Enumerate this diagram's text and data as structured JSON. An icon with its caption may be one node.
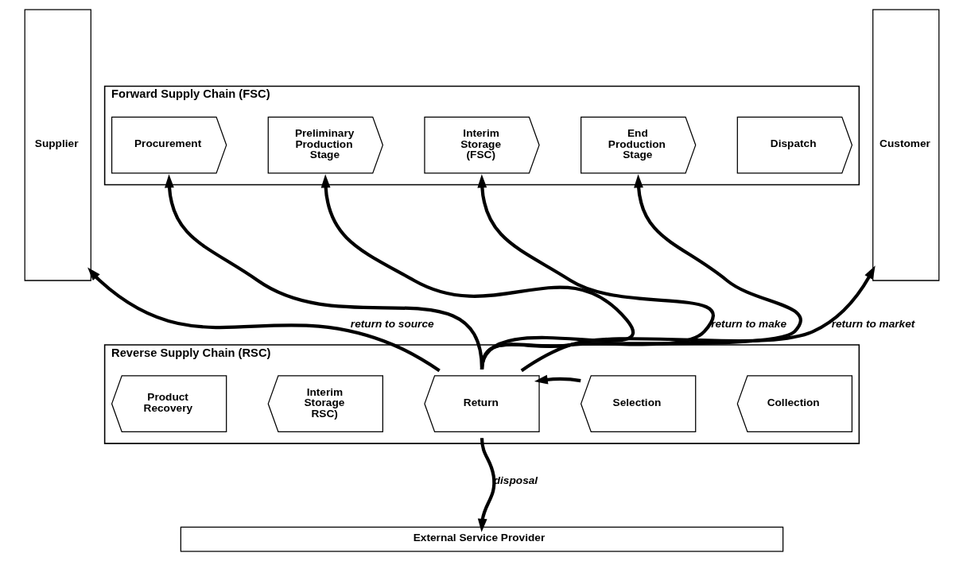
{
  "diagram": {
    "nodes": [
      {
        "text": [
          "Forward Supply Chain (FSC)"
        ]
      },
      {
        "text": [
          "Procurement"
        ],
        "in": 0
      },
      {
        "text": [
          "Preliminary Production Stage"
        ],
        "in": 0
      },
      {
        "text": [
          "Interim Storage (FSC)"
        ],
        "in": 0
      },
      {
        "text": [
          "End Production Stage"
        ],
        "in": 0
      },
      {
        "text": [
          "Dispatch"
        ],
        "in": 0
      },
      {
        "text": [
          "Supplier"
        ]
      },
      {
        "text": [
          "Reverse Supply Chain (RSC)"
        ]
      },
      {
        "text": [
          "Product Recovery"
        ],
        "in": 7
      },
      {
        "text": [
          "Interim Storage RSC)"
        ],
        "in": 7
      },
      {
        "text": [
          "Return"
        ],
        "in": 7
      },
      {
        "text": [
          "Selection"
        ],
        "in": 7
      },
      {
        "text": [
          "Collection"
        ],
        "in": 7
      },
      {
        "text": [
          "Customer"
        ]
      },
      {
        "text": [
          "External Service Provider"
        ]
      }
    ],
    "edges": [
      {
        "from": 10,
        "to": 1,
        "arrow": "to"
      },
      {
        "from": 10,
        "to": 2,
        "arrow": "to"
      },
      {
        "from": 10,
        "to": 3,
        "arrow": "to",
        "label": "return to make"
      },
      {
        "from": 10,
        "to": 4,
        "arrow": "to"
      },
      {
        "from": 10,
        "to": 13,
        "arrow": "to",
        "label": "return to market"
      },
      {
        "from": 11,
        "to": 10,
        "arrow": "to"
      },
      {
        "from": 10,
        "to": 6,
        "arrow": "to",
        "label": "return to source"
      },
      {
        "from": 10,
        "to": 14,
        "arrow": "to",
        "label": "disposal"
      }
    ]
  }
}
